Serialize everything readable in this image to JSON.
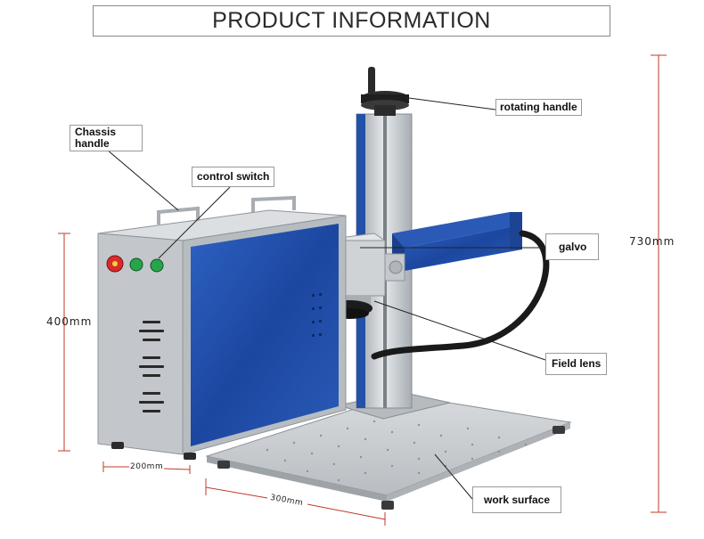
{
  "header": {
    "title": "PRODUCT INFORMATION"
  },
  "callouts": {
    "rotating_handle": "rotating handle",
    "chassis_handle_line1": "Chassis",
    "chassis_handle_line2": "handle",
    "control_switch": "control switch",
    "galvo": "galvo",
    "field_lens": "Field lens",
    "work_surface": "work surface"
  },
  "dimensions": {
    "height_total": "730mm",
    "height_chassis": "400mm",
    "width_chassis": "200mm",
    "depth_table": "300mm"
  },
  "colors": {
    "panel_blue": "#1f4fa8",
    "metal": "#c9cdd2",
    "dim_line": "#c0392b"
  }
}
